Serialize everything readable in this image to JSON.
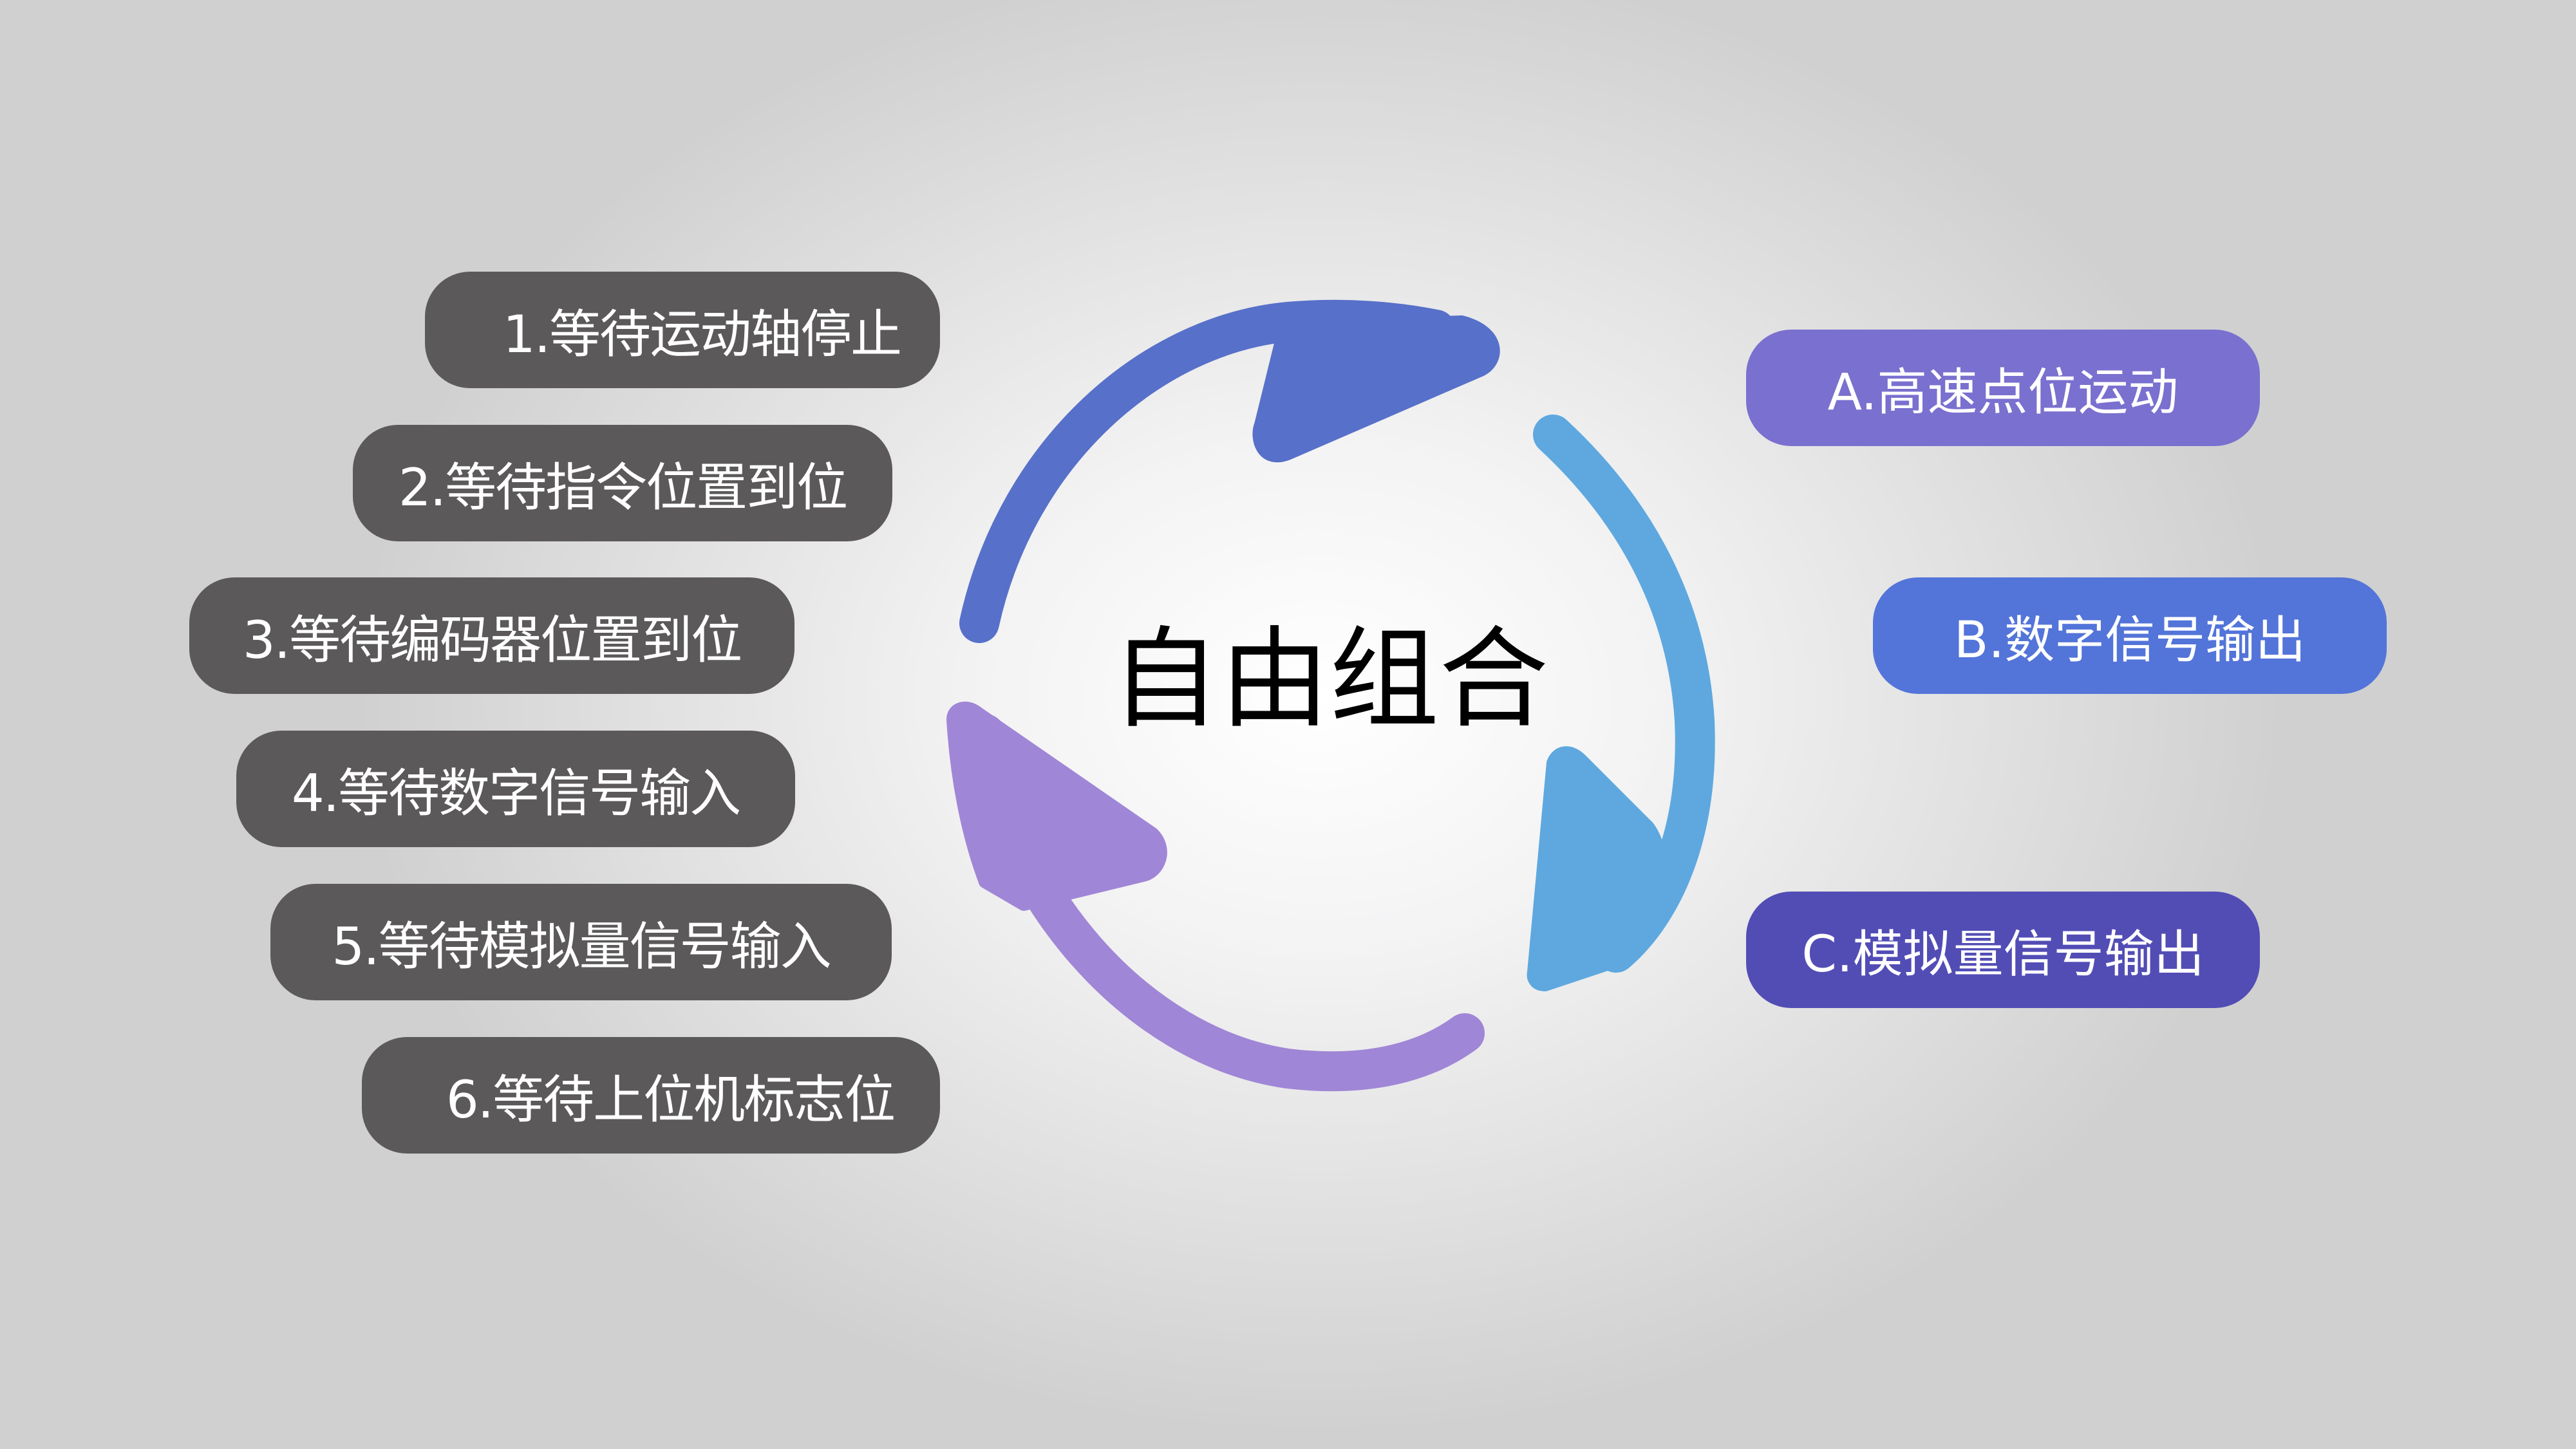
{
  "center": {
    "title": "自由组合"
  },
  "conditions": [
    {
      "label": "1.等待运动轴停止"
    },
    {
      "label": "2.等待指令位置到位"
    },
    {
      "label": "3.等待编码器位置到位"
    },
    {
      "label": "4.等待数字信号输入"
    },
    {
      "label": "5.等待模拟量信号输入"
    },
    {
      "label": "6.等待上位机标志位"
    }
  ],
  "actions": [
    {
      "label": "A.高速点位运动",
      "color": "#7a70cf"
    },
    {
      "label": "B.数字信号输出",
      "color": "#5374d9"
    },
    {
      "label": "C.模拟量信号输出",
      "color": "#524db5"
    }
  ],
  "cycle_arrows": [
    {
      "name": "top-arrow",
      "color": "#5770c9"
    },
    {
      "name": "right-arrow",
      "color": "#5ea8df"
    },
    {
      "name": "bottom-arrow",
      "color": "#a086d6"
    }
  ],
  "colors": {
    "condition_pill": "#5b595a",
    "text_on_pill": "#ffffff"
  }
}
